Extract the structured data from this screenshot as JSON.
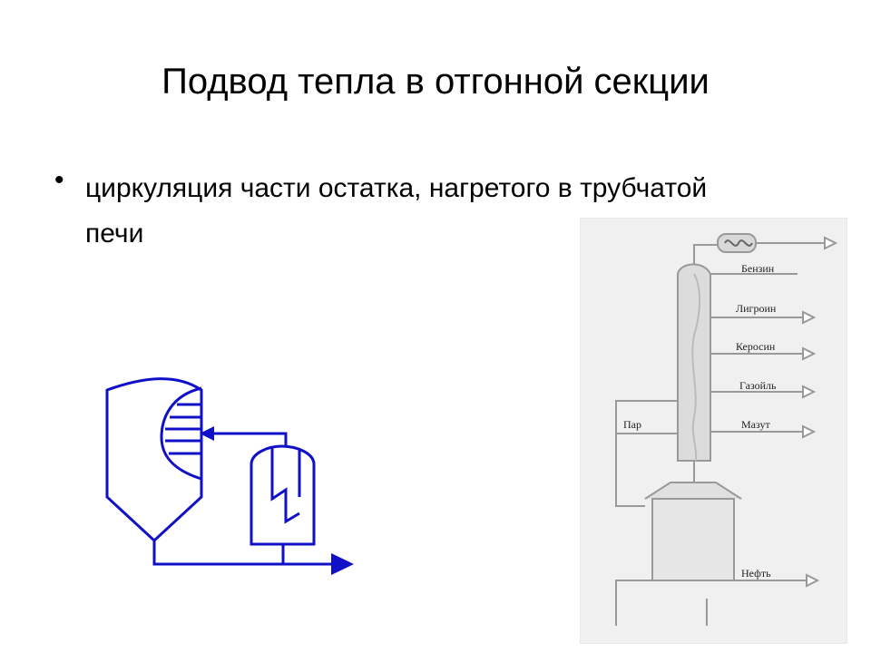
{
  "slide": {
    "title": "Подвод тепла в отгонной секции",
    "bullet_symbol": "•",
    "bullet_text": "циркуляция части остатка, нагретого в трубчатой печи"
  },
  "colors": {
    "diagram_stroke": "#1010c8",
    "photo_background": "#f0f0f0"
  },
  "diagram_photo": {
    "labels": {
      "benzin": "Бензин",
      "ligroin": "Лигроин",
      "kerosin": "Керосин",
      "gazoil": "Газойль",
      "mazut": "Мазут",
      "par": "Пар",
      "neft": "Нефть"
    }
  }
}
